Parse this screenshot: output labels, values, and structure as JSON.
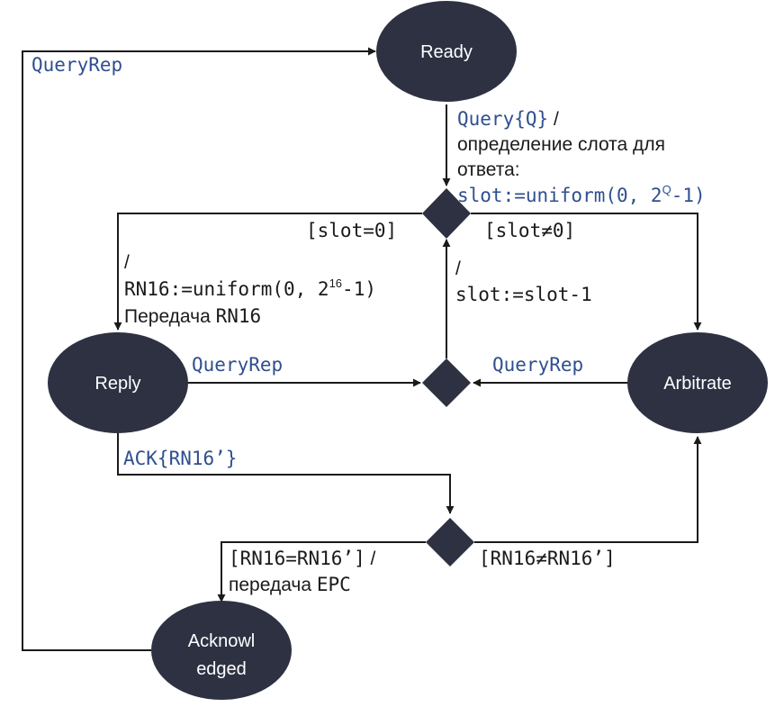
{
  "states": {
    "ready": "Ready",
    "reply": "Reply",
    "arbitrate": "Arbitrate",
    "acknowledged_line1": "Acknowl",
    "acknowledged_line2": "edged"
  },
  "labels": {
    "query_reply_to_ready": "QueryRep",
    "query_q": "Query{Q}",
    "query_slash": " /",
    "slot_define_line1": "определение слота для",
    "slot_define_line2": "ответа:",
    "slot_uniform_pre": "slot:=uniform(0, 2",
    "slot_uniform_sup": "Q",
    "slot_uniform_post": "-1)",
    "slot_eq_zero": "[slot=0]",
    "slot_ne_zero": "[slot≠0]",
    "slash_left": "/",
    "rn16_pre": "RN16:=uniform(0, 2",
    "rn16_sup": "16",
    "rn16_post": "-1)",
    "rn16_send_pre": "Передача ",
    "rn16_send_mono": "RN16",
    "slash_right": "/",
    "slot_decrement": "slot:=slot-1",
    "queryrep_reply": "QueryRep",
    "queryrep_arbitrate": "QueryRep",
    "ack": "ACK{RN16’}",
    "rn16_eq_mono": "[RN16=RN16’]",
    "rn16_eq_slash": " /",
    "epc_send_pre": "передача ",
    "epc_send_mono": "EPC",
    "rn16_ne": "[RN16≠RN16’]"
  },
  "colors": {
    "state_fill": "#2d3142",
    "label_blue": "#2f4f8f",
    "edge": "#1a1a1a"
  }
}
